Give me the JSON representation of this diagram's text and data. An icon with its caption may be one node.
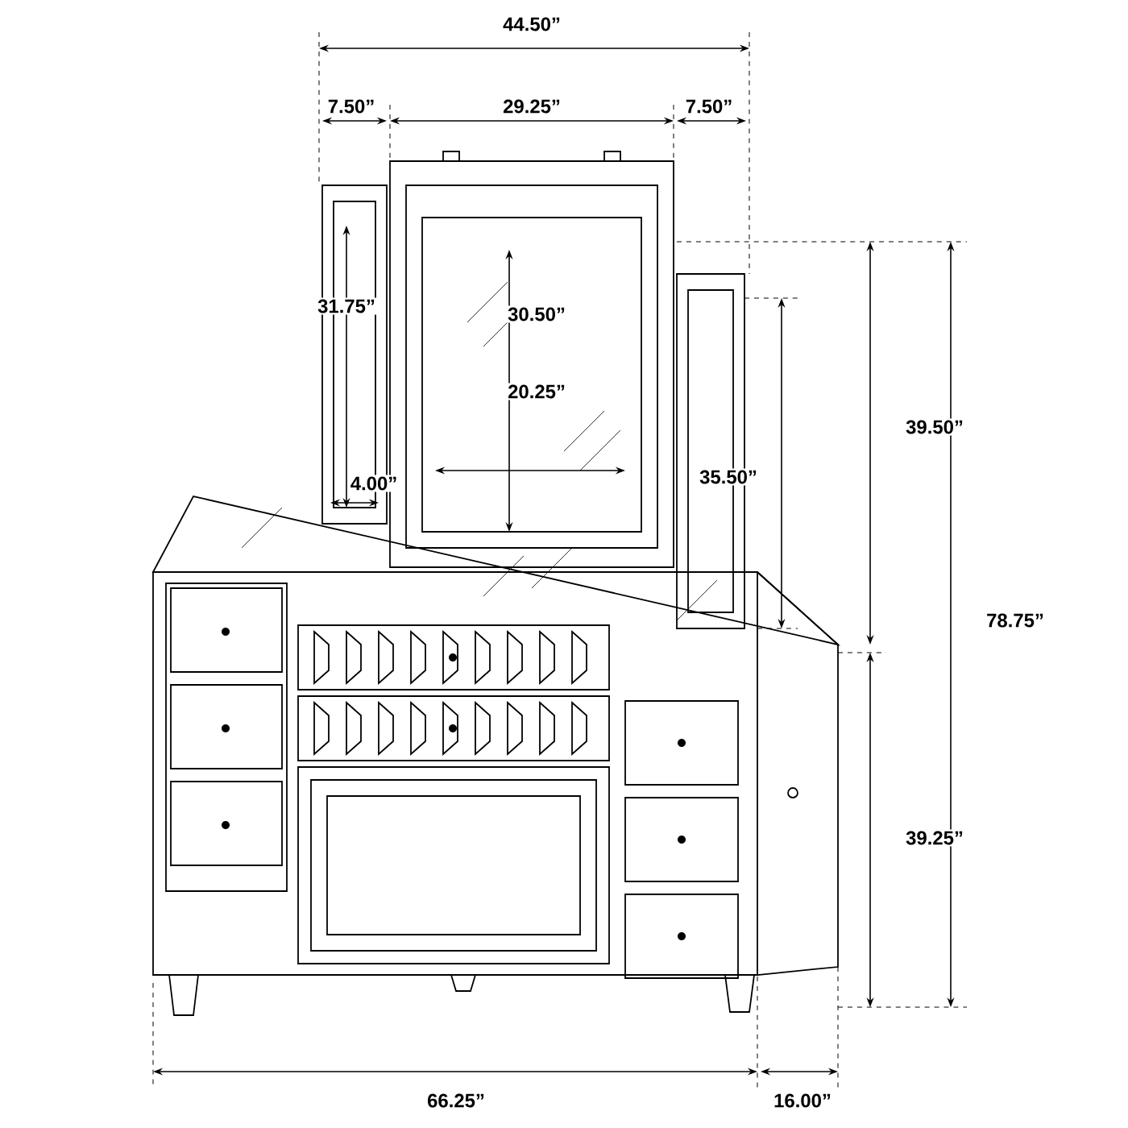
{
  "diagram": {
    "labels": [
      "44.50”",
      "7.50”",
      "29.25”",
      "7.50”",
      "31.75”",
      "30.50”",
      "39.50”",
      "20.25”",
      "35.50”",
      "4.00”",
      "78.75”",
      "39.25”",
      "66.25”",
      "16.00”"
    ]
  }
}
